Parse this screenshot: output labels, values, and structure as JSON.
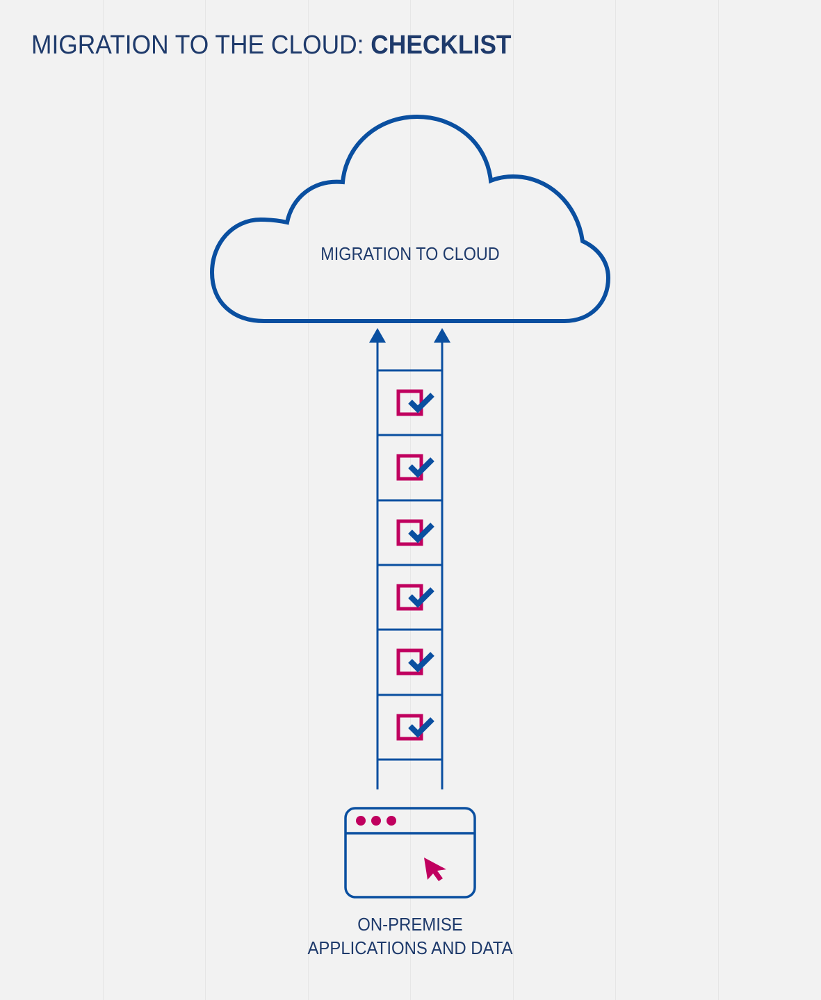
{
  "title": {
    "regular": "MIGRATION TO THE CLOUD: ",
    "bold": "CHECKLIST"
  },
  "cloud": {
    "label": "MIGRATION TO CLOUD",
    "icon": "cloud-icon"
  },
  "ladder": {
    "checklist_items": 6,
    "item_icon": "checked-checkbox-icon",
    "direction": "up-arrow-icon"
  },
  "source": {
    "line1": "ON-PREMISE",
    "line2": "APPLICATIONS AND DATA",
    "icon": "browser-window-icon"
  },
  "colors": {
    "navy_text": "#1e3a6b",
    "blue_stroke": "#0a4fa0",
    "magenta": "#c0005f",
    "background": "#f2f2f2"
  }
}
